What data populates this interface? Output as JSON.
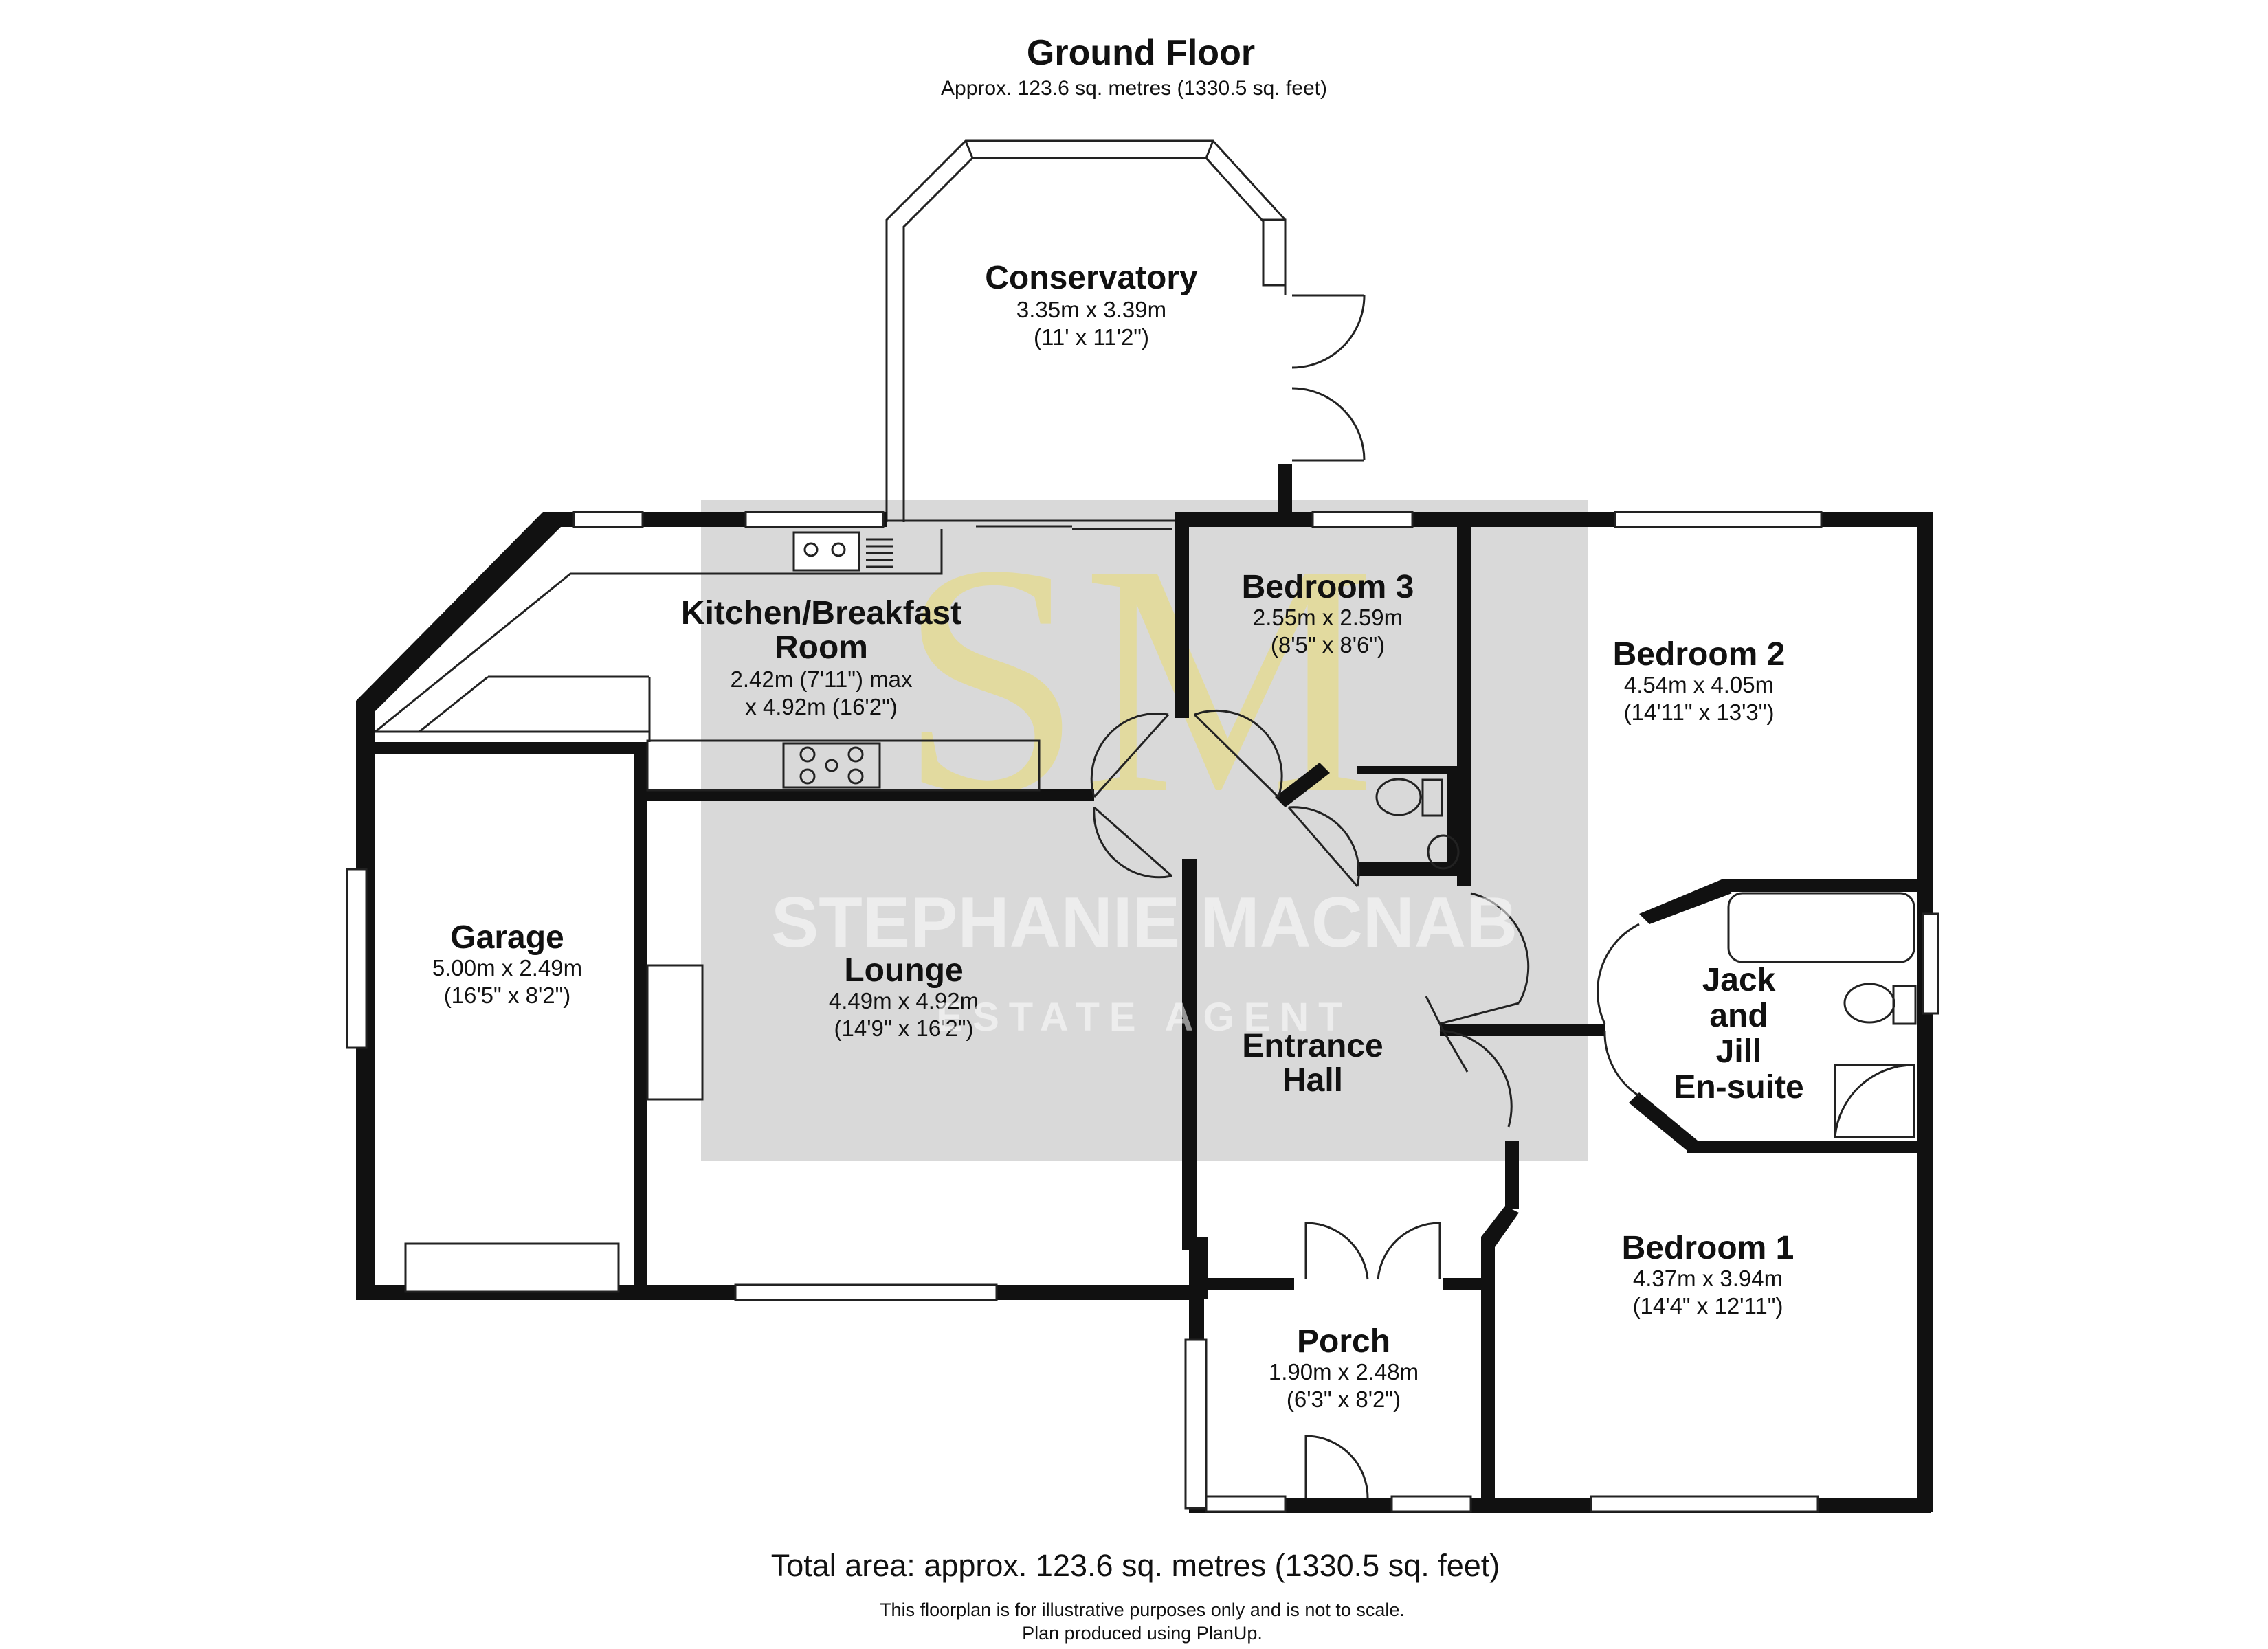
{
  "header": {
    "title": "Ground Floor",
    "subtitle": "Approx. 123.6 sq. metres (1330.5 sq. feet)"
  },
  "rooms": {
    "conservatory": {
      "name": "Conservatory",
      "dim_metric": "3.35m x 3.39m",
      "dim_imperial": "(11' x 11'2\")"
    },
    "kitchen": {
      "name_line1": "Kitchen/Breakfast",
      "name_line2": "Room",
      "dim_line1": "2.42m (7'11\") max",
      "dim_line2": "x 4.92m (16'2\")"
    },
    "bedroom3": {
      "name": "Bedroom 3",
      "dim_metric": "2.55m x 2.59m",
      "dim_imperial": "(8'5\" x 8'6\")"
    },
    "bedroom2": {
      "name": "Bedroom 2",
      "dim_metric": "4.54m x 4.05m",
      "dim_imperial": "(14'11\" x 13'3\")"
    },
    "garage": {
      "name": "Garage",
      "dim_metric": "5.00m x 2.49m",
      "dim_imperial": "(16'5\" x 8'2\")"
    },
    "lounge": {
      "name": "Lounge",
      "dim_metric": "4.49m x 4.92m",
      "dim_imperial": "(14'9\" x 16'2\")"
    },
    "entrance_hall": {
      "name_line1": "Entrance",
      "name_line2": "Hall"
    },
    "ensuite": {
      "name_line1": "Jack",
      "name_line2": "and",
      "name_line3": "Jill",
      "name_line4": "En-suite"
    },
    "bedroom1": {
      "name": "Bedroom 1",
      "dim_metric": "4.37m x 3.94m",
      "dim_imperial": "(14'4\" x 12'11\")"
    },
    "porch": {
      "name": "Porch",
      "dim_metric": "1.90m x 2.48m",
      "dim_imperial": "(6'3\" x 8'2\")"
    }
  },
  "watermark": {
    "monogram": "SM",
    "line1": "STEPHANIE MACNAB",
    "line2": "ESTATE AGENT",
    "panel_color": "#d9d9d9",
    "monogram_color": "#e9dc7a"
  },
  "footer": {
    "total": "Total area: approx. 123.6 sq. metres (1330.5 sq. feet)",
    "disclaimer": "This floorplan is for illustrative purposes only and is not to scale.",
    "credit": "Plan produced using PlanUp."
  },
  "colors": {
    "wall": "#111111",
    "background": "#ffffff"
  }
}
